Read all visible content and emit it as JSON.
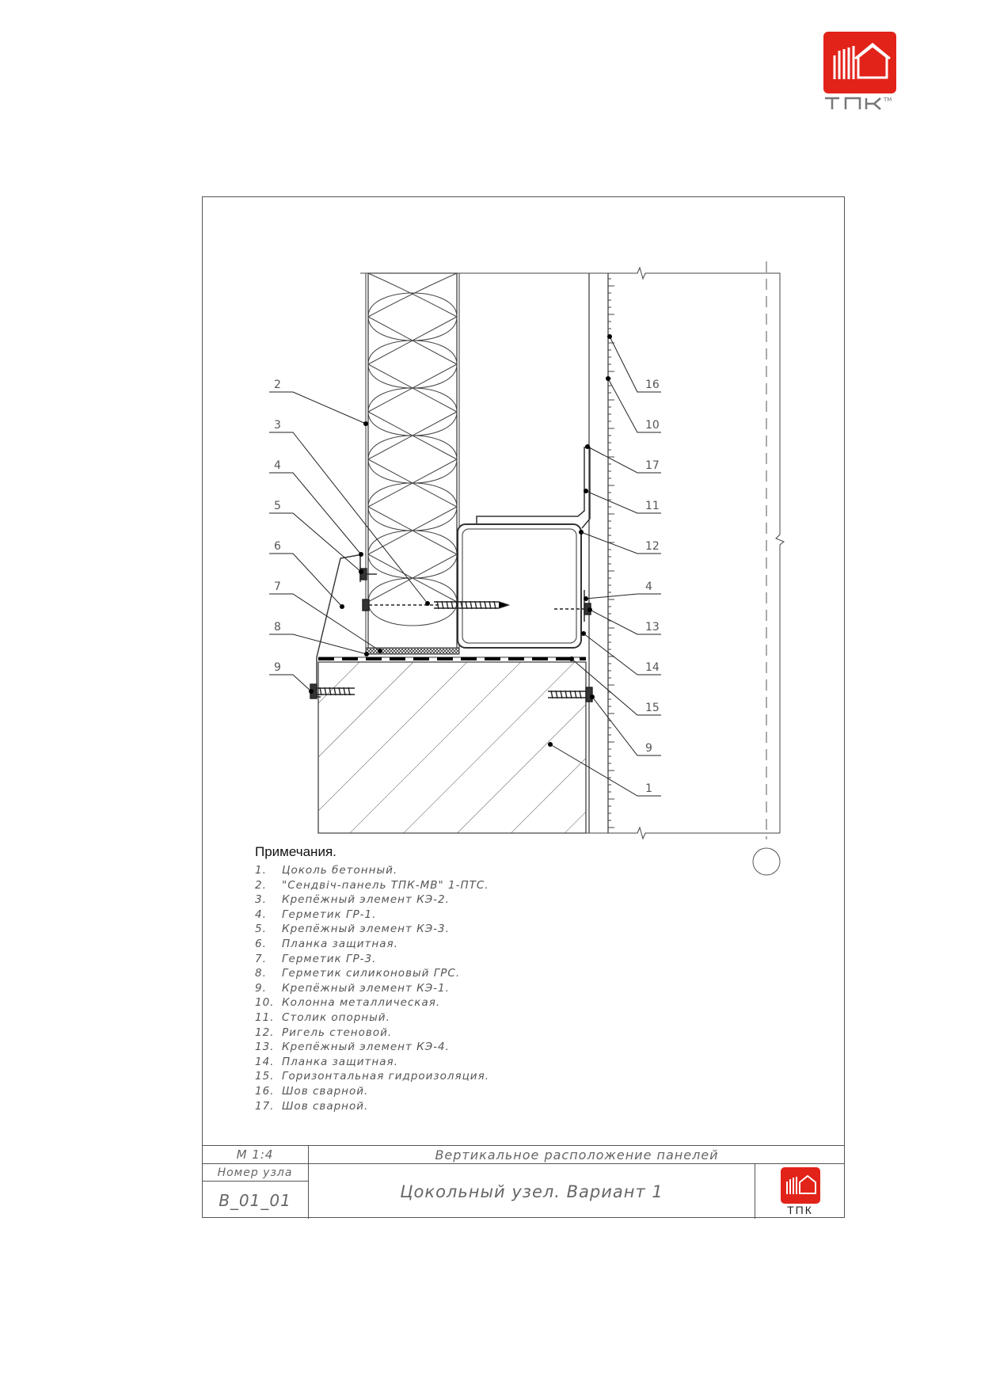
{
  "brand": {
    "logo_text": "ТПК",
    "tm": "TM",
    "color": "#e2231a"
  },
  "drawing": {
    "callouts_left": [
      "2",
      "3",
      "4",
      "5",
      "6",
      "7",
      "8",
      "9"
    ],
    "callouts_right": [
      "16",
      "10",
      "17",
      "11",
      "12",
      "4",
      "13",
      "14",
      "15",
      "9",
      "1"
    ]
  },
  "notes": {
    "title": "Примечания.",
    "items": [
      {
        "num": "1.",
        "text": "Цоколь бетонный."
      },
      {
        "num": "2.",
        "text": "\"Сендвіч-панель ТПК-МВ\" 1-ПТС."
      },
      {
        "num": "3.",
        "text": "Крепёжный элемент КЭ-2."
      },
      {
        "num": "4.",
        "text": "Герметик ГР-1."
      },
      {
        "num": "5.",
        "text": "Крепёжный элемент КЭ-3."
      },
      {
        "num": "6.",
        "text": "Планка защитная."
      },
      {
        "num": "7.",
        "text": "Герметик ГР-3."
      },
      {
        "num": "8.",
        "text": "Герметик силиконовый ГРС."
      },
      {
        "num": "9.",
        "text": "Крепёжный элемент КЭ-1."
      },
      {
        "num": "10.",
        "text": "Колонна металлическая."
      },
      {
        "num": "11.",
        "text": "Столик опорный."
      },
      {
        "num": "12.",
        "text": "Ригель стеновой."
      },
      {
        "num": "13.",
        "text": "Крепёжный элемент КЭ-4."
      },
      {
        "num": "14.",
        "text": "Планка защитная."
      },
      {
        "num": "15.",
        "text": "Горизонтальная гидроизоляция."
      },
      {
        "num": "16.",
        "text": "Шов сварной."
      },
      {
        "num": "17.",
        "text": "Шов сварной."
      }
    ]
  },
  "title_block": {
    "scale": "М 1:4",
    "node_label": "Номер узла",
    "node_number": "В_01_01",
    "subtitle": "Вертикальное расположение панелей",
    "title": "Цокольный узел. Вариант 1",
    "logo_text": "ТПК"
  }
}
